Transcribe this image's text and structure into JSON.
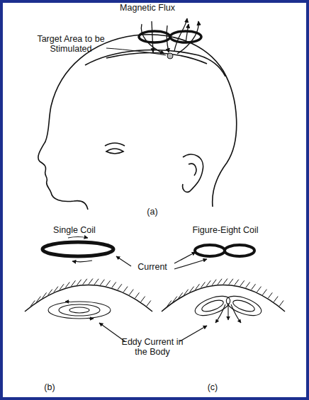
{
  "diagram": {
    "labels": [
      "Magnetic Flux",
      "Target Area to be Stimulated",
      "(a)",
      "Single Coil",
      "Current",
      "Figure-Eight Coil",
      "Eddy Current in the Body",
      "(b)",
      "(c)"
    ]
  }
}
